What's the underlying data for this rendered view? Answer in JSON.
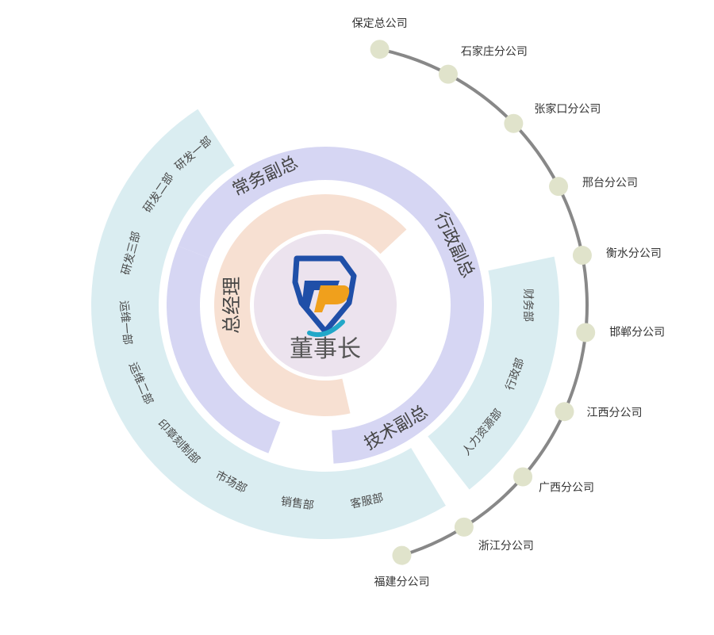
{
  "colors": {
    "outer_band": "#daedf1",
    "vp_band": "#d6d6f3",
    "gm_band": "#f7e0d2",
    "center_disc": "#ece3ee",
    "branch_line": "#888888",
    "branch_node": "#e0e3cb",
    "dept_text": "#4a4a4a",
    "vp_text": "#444444",
    "branch_text": "#333333",
    "logo_blue": "#1f4fa8",
    "logo_orange": "#f0a01c",
    "logo_cyan": "#22a7c8"
  },
  "center": {
    "title": "董事长",
    "logo_icon": "shield-logo-icon"
  },
  "general_manager": {
    "label": "总经理"
  },
  "vice_presidents": [
    {
      "label": "常务副总"
    },
    {
      "label": "行政副总"
    },
    {
      "label": "技术副总"
    }
  ],
  "departments_left": [
    {
      "label": "研发一部"
    },
    {
      "label": "研发二部"
    },
    {
      "label": "研发三部"
    },
    {
      "label": "运维一部"
    },
    {
      "label": "运维二部"
    },
    {
      "label": "印章刻制部"
    },
    {
      "label": "市场部"
    },
    {
      "label": "销售部"
    },
    {
      "label": "客服部"
    }
  ],
  "departments_right": [
    {
      "label": "财务部"
    },
    {
      "label": "行政部"
    },
    {
      "label": "人力资源部"
    }
  ],
  "branches": [
    {
      "label": "保定总公司"
    },
    {
      "label": "石家庄分公司"
    },
    {
      "label": "张家口分公司"
    },
    {
      "label": "邢台分公司"
    },
    {
      "label": "衡水分公司"
    },
    {
      "label": "邯郸分公司"
    },
    {
      "label": "江西分公司"
    },
    {
      "label": "广西分公司"
    },
    {
      "label": "浙江分公司"
    },
    {
      "label": "福建分公司"
    }
  ]
}
